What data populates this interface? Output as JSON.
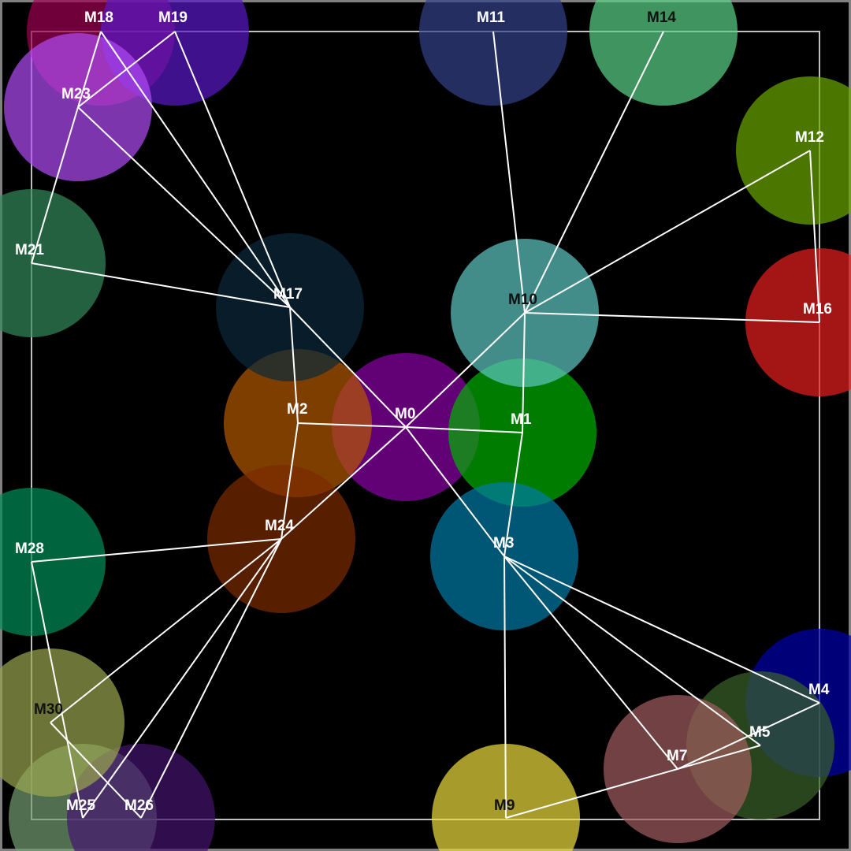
{
  "diagram": {
    "background": "#000000",
    "frame_color": "#808080",
    "edge_color": "#ffffff",
    "nodes": [
      {
        "id": "M0",
        "label": "M0",
        "color": "#8b00a8"
      },
      {
        "id": "M1",
        "label": "M1",
        "color": "#00b200"
      },
      {
        "id": "M2",
        "label": "M2",
        "color": "#b35900"
      },
      {
        "id": "M3",
        "label": "M3",
        "color": "#007aa6"
      },
      {
        "id": "M4",
        "label": "M4",
        "color": "#0000ad"
      },
      {
        "id": "M5",
        "label": "M5",
        "color": "#3b6329"
      },
      {
        "id": "M7",
        "label": "M7",
        "color": "#a15c5f"
      },
      {
        "id": "M9",
        "label": "M9",
        "color": "#eddd3d"
      },
      {
        "id": "M10",
        "label": "M10",
        "color": "#5ec8c3"
      },
      {
        "id": "M11",
        "label": "M11",
        "color": "#33418a"
      },
      {
        "id": "M12",
        "label": "M12",
        "color": "#6ba800"
      },
      {
        "id": "M14",
        "label": "M14",
        "color": "#5bd389"
      },
      {
        "id": "M16",
        "label": "M16",
        "color": "#ea1f1f"
      },
      {
        "id": "M17",
        "label": "M17",
        "color": "#0c2a3a"
      },
      {
        "id": "M18",
        "label": "M18",
        "color": "#a00052"
      },
      {
        "id": "M19",
        "label": "M19",
        "color": "#5a18c8"
      },
      {
        "id": "M21",
        "label": "M21",
        "color": "#338a5d"
      },
      {
        "id": "M23",
        "label": "M23",
        "color": "#b04cf5"
      },
      {
        "id": "M24",
        "label": "M24",
        "color": "#7c2b00"
      },
      {
        "id": "M25",
        "label": "M25",
        "color": "#739c74"
      },
      {
        "id": "M26",
        "label": "M26",
        "color": "#45146f"
      },
      {
        "id": "M28",
        "label": "M28",
        "color": "#008e59"
      },
      {
        "id": "M30",
        "label": "M30",
        "color": "#9aa74e"
      }
    ],
    "edges": [
      [
        "M0",
        "M1"
      ],
      [
        "M0",
        "M2"
      ],
      [
        "M0",
        "M3"
      ],
      [
        "M0",
        "M10"
      ],
      [
        "M0",
        "M17"
      ],
      [
        "M0",
        "M24"
      ],
      [
        "M1",
        "M10"
      ],
      [
        "M1",
        "M3"
      ],
      [
        "M3",
        "M4"
      ],
      [
        "M3",
        "M5"
      ],
      [
        "M3",
        "M7"
      ],
      [
        "M3",
        "M9"
      ],
      [
        "M4",
        "M7"
      ],
      [
        "M5",
        "M9"
      ],
      [
        "M10",
        "M11"
      ],
      [
        "M10",
        "M12"
      ],
      [
        "M10",
        "M14"
      ],
      [
        "M10",
        "M16"
      ],
      [
        "M12",
        "M16"
      ],
      [
        "M17",
        "M2"
      ],
      [
        "M17",
        "M18"
      ],
      [
        "M17",
        "M19"
      ],
      [
        "M17",
        "M21"
      ],
      [
        "M17",
        "M23"
      ],
      [
        "M23",
        "M19"
      ],
      [
        "M23",
        "M21"
      ],
      [
        "M18",
        "M23"
      ],
      [
        "M24",
        "M2"
      ],
      [
        "M24",
        "M25"
      ],
      [
        "M24",
        "M26"
      ],
      [
        "M24",
        "M28"
      ],
      [
        "M24",
        "M30"
      ],
      [
        "M28",
        "M25"
      ],
      [
        "M30",
        "M26"
      ]
    ]
  }
}
